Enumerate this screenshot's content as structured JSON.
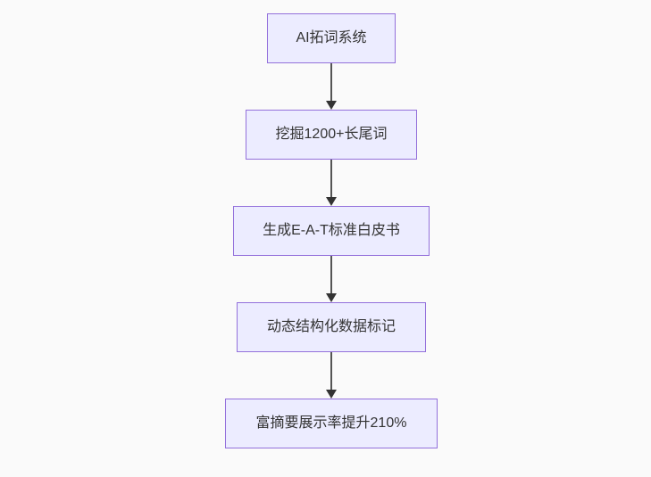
{
  "diagram": {
    "type": "flowchart",
    "direction": "top-down",
    "background_color": "#fafafa",
    "node_fill_color": "#ECECFF",
    "node_border_color": "#9370DB",
    "text_color": "#333333",
    "arrow_line_color": "#555555",
    "arrowhead_color": "#333333",
    "nodes": [
      {
        "label": "AI拓词系统"
      },
      {
        "label": "挖掘1200+长尾词"
      },
      {
        "label": "生成E-A-T标准白皮书"
      },
      {
        "label": "动态结构化数据标记"
      },
      {
        "label": "富摘要展示率提升210%"
      }
    ],
    "edges": [
      {
        "from": "AI拓词系统",
        "to": "挖掘1200+长尾词"
      },
      {
        "from": "挖掘1200+长尾词",
        "to": "生成E-A-T标准白皮书"
      },
      {
        "from": "生成E-A-T标准白皮书",
        "to": "动态结构化数据标记"
      },
      {
        "from": "动态结构化数据标记",
        "to": "富摘要展示率提升210%"
      }
    ]
  }
}
